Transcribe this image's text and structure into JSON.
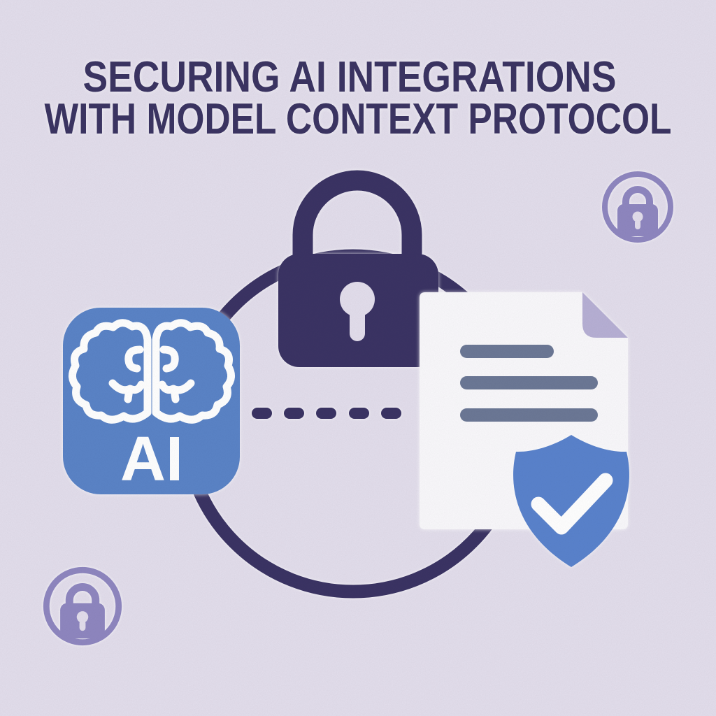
{
  "background_color": "#E3DEEC",
  "title": {
    "line1": "SECURING AI INTEGRATIONS",
    "line2": "WITH MODEL CONTEXT PROTOCOL",
    "color": "#3C3563"
  },
  "palette": {
    "dark_purple": "#3B3464",
    "chip_blue": "#5B84C7",
    "shield_blue": "#5A83CD",
    "paper_white": "#F9F8FB",
    "fold_lavender": "#B7B0D5",
    "doc_line_gray": "#6C7896",
    "badge_purple": "#8F87C0",
    "white": "#FFFFFF"
  },
  "ai_chip": {
    "label": "AI"
  },
  "document": {
    "text_lines": 3
  },
  "decorations": {
    "connector_dashes": 5,
    "corner_lock_badges": 2
  }
}
